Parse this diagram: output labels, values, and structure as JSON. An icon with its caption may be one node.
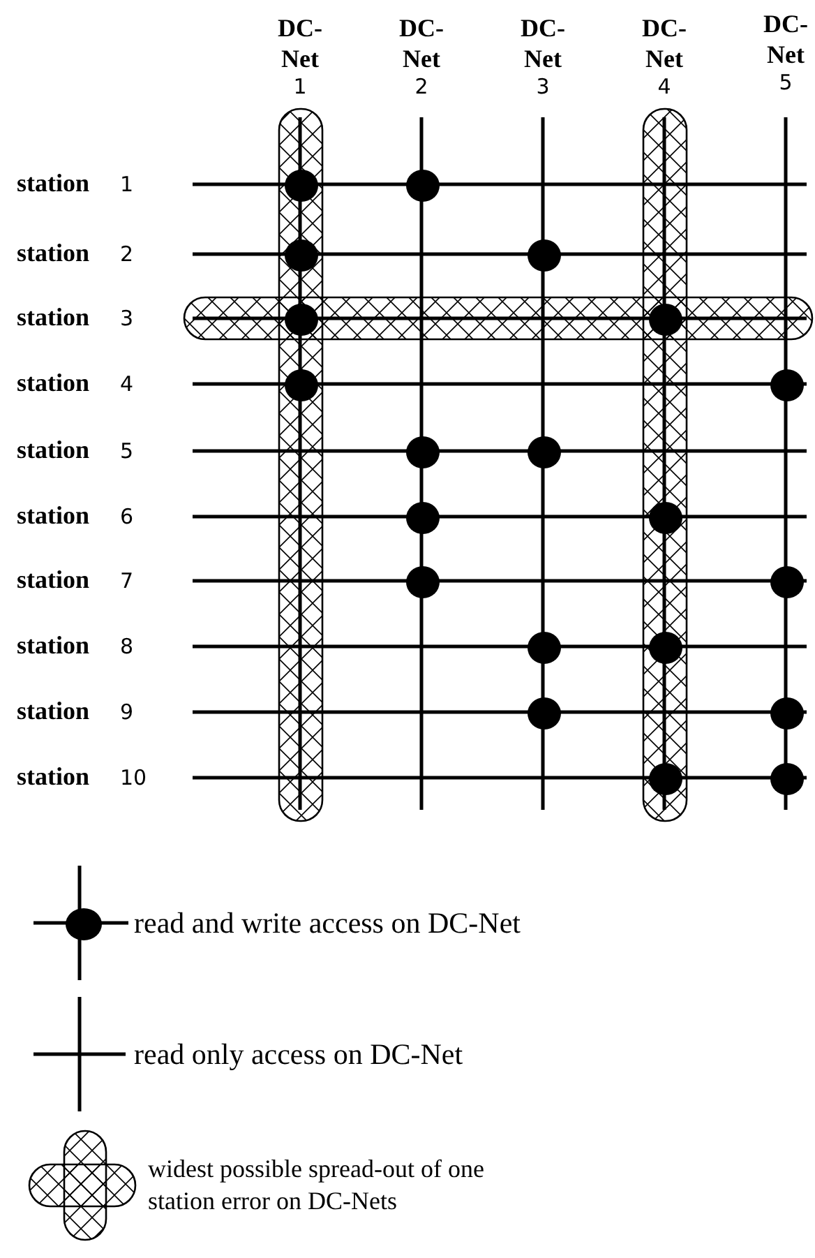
{
  "diagram": {
    "labels": [
      "DC-Net",
      "1",
      "DC-Net",
      "2",
      "DC-Net",
      "3",
      "DC-Net",
      "4",
      "DC-Net",
      "5",
      "station",
      "1",
      "station",
      "2",
      "station",
      "3",
      "station",
      "4",
      "station",
      "5",
      "station",
      "6",
      "station",
      "7",
      "station",
      "8",
      "station",
      "9",
      "station",
      "10"
    ],
    "legend": [
      {
        "text": "read and write access on DC-Net"
      },
      {
        "text": "read only access on DC-Net"
      },
      {
        "text": "widest possible spread-out of one station error on DC-Nets"
      }
    ]
  }
}
